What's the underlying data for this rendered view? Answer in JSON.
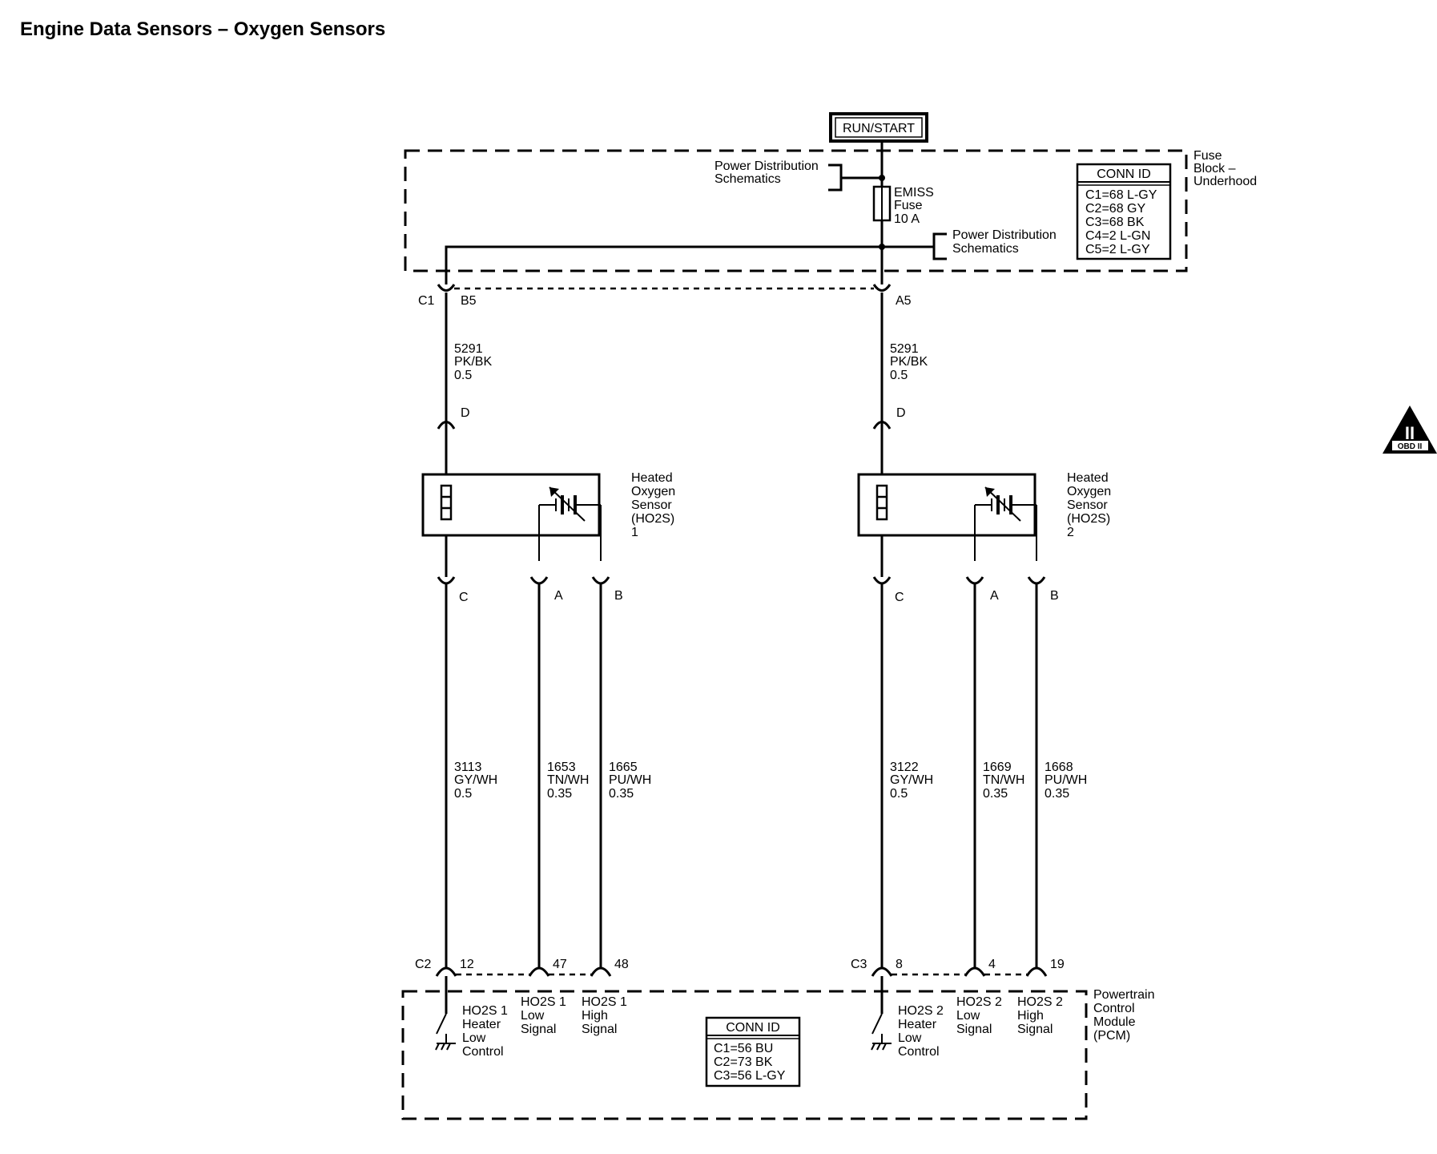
{
  "title": "Engine Data Sensors – Oxygen Sensors",
  "power": {
    "run_start": "RUN/START"
  },
  "fuse_block": {
    "name": [
      "Fuse",
      "Block –",
      "Underhood"
    ],
    "conn_id_title": "CONN ID",
    "conn_ids": [
      "C1=68 L-GY",
      "C2=68 GY",
      "C3=68 BK",
      "C4=2 L-GN",
      "C5=2 L-GY"
    ],
    "power_dist_1": [
      "Power Distribution",
      "Schematics"
    ],
    "power_dist_2": [
      "Power Distribution",
      "Schematics"
    ],
    "fuse": [
      "EMISS",
      "Fuse",
      "10 A"
    ],
    "connector": "C1",
    "pin_left": "B5",
    "pin_right": "A5"
  },
  "wires_top": {
    "left": [
      "5291",
      "PK/BK",
      "0.5"
    ],
    "right": [
      "5291",
      "PK/BK",
      "0.5"
    ]
  },
  "sensors": [
    {
      "name": [
        "Heated",
        "Oxygen",
        "Sensor",
        "(HO2S)",
        "1"
      ],
      "pin_top": "D",
      "pin_c": "C",
      "pin_a": "A",
      "pin_b": "B",
      "wire_c": [
        "3113",
        "GY/WH",
        "0.5"
      ],
      "wire_a": [
        "1653",
        "TN/WH",
        "0.35"
      ],
      "wire_b": [
        "1665",
        "PU/WH",
        "0.35"
      ]
    },
    {
      "name": [
        "Heated",
        "Oxygen",
        "Sensor",
        "(HO2S)",
        "2"
      ],
      "pin_top": "D",
      "pin_c": "C",
      "pin_a": "A",
      "pin_b": "B",
      "wire_c": [
        "3122",
        "GY/WH",
        "0.5"
      ],
      "wire_a": [
        "1669",
        "TN/WH",
        "0.35"
      ],
      "wire_b": [
        "1668",
        "PU/WH",
        "0.35"
      ]
    }
  ],
  "pcm": {
    "name": [
      "Powertrain",
      "Control",
      "Module",
      "(PCM)"
    ],
    "conn_id_title": "CONN ID",
    "conn_ids": [
      "C1=56 BU",
      "C2=73 BK",
      "C3=56 L-GY"
    ],
    "group1": {
      "connector": "C2",
      "pins": [
        "12",
        "47",
        "48"
      ],
      "heater": [
        "HO2S 1",
        "Heater",
        "Low",
        "Control"
      ],
      "low": [
        "HO2S 1",
        "Low",
        "Signal"
      ],
      "high": [
        "HO2S 1",
        "High",
        "Signal"
      ]
    },
    "group2": {
      "connector": "C3",
      "pins": [
        "8",
        "4",
        "19"
      ],
      "heater": [
        "HO2S 2",
        "Heater",
        "Low",
        "Control"
      ],
      "low": [
        "HO2S 2",
        "Low",
        "Signal"
      ],
      "high": [
        "HO2S 2",
        "High",
        "Signal"
      ]
    }
  },
  "badge": {
    "numeral": "II",
    "label": "OBD II"
  }
}
